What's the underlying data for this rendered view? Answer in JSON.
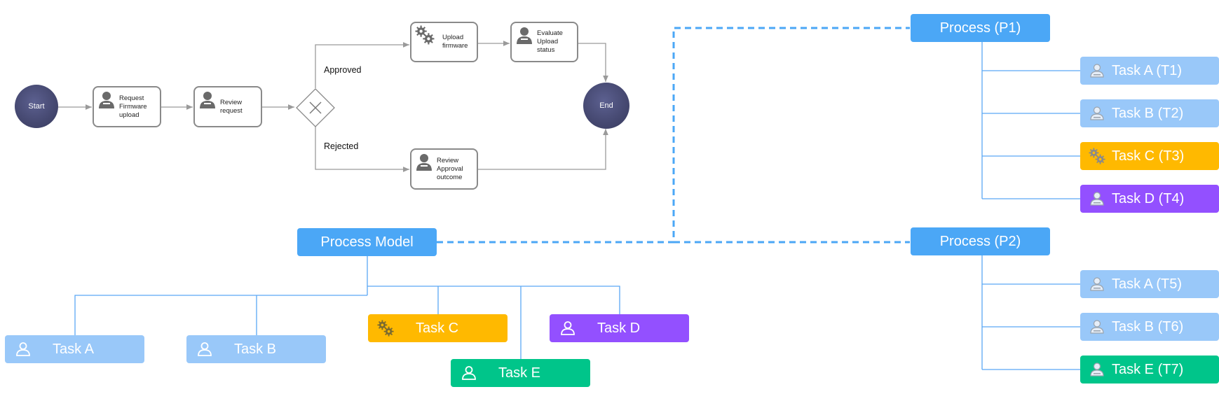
{
  "bpmn": {
    "start_label": "Start",
    "end_label": "End",
    "tasks": [
      {
        "label": "Request Firmware upload",
        "icon": "user-icon"
      },
      {
        "label": "Review request",
        "icon": "user-icon"
      },
      {
        "label": "Upload firmware",
        "icon": "gears-icon"
      },
      {
        "label": "Evaluate Upload status",
        "icon": "user-icon"
      },
      {
        "label": "Review Approval outcome",
        "icon": "user-icon"
      }
    ],
    "gateway_icon": "exclusive-gateway-icon",
    "approved_label": "Approved",
    "rejected_label": "Rejected"
  },
  "model_tree": {
    "root": "Process Model",
    "tasks": [
      {
        "label": "Task A",
        "color": "#99c8f9",
        "icon": "user-icon"
      },
      {
        "label": "Task B",
        "color": "#99c8f9",
        "icon": "user-icon"
      },
      {
        "label": "Task C",
        "color": "#ffb900",
        "icon": "gears-icon"
      },
      {
        "label": "Task D",
        "color": "#9350ff",
        "icon": "user-icon"
      },
      {
        "label": "Task E",
        "color": "#00c58a",
        "icon": "user-icon"
      }
    ]
  },
  "instances": [
    {
      "name": "Process (P1)",
      "tasks": [
        {
          "label": "Task A (T1)",
          "color": "#99c8f9",
          "icon": "user-icon"
        },
        {
          "label": "Task B (T2)",
          "color": "#99c8f9",
          "icon": "user-icon"
        },
        {
          "label": "Task C (T3)",
          "color": "#ffb900",
          "icon": "gears-icon"
        },
        {
          "label": "Task D (T4)",
          "color": "#9350ff",
          "icon": "user-icon"
        }
      ]
    },
    {
      "name": "Process (P2)",
      "tasks": [
        {
          "label": "Task A (T5)",
          "color": "#99c8f9",
          "icon": "user-icon"
        },
        {
          "label": "Task B (T6)",
          "color": "#99c8f9",
          "icon": "user-icon"
        },
        {
          "label": "Task E (T7)",
          "color": "#00c58a",
          "icon": "user-icon"
        }
      ]
    }
  ],
  "colors": {
    "connector": "#5aa8f5",
    "dashed": "#4ba7f6",
    "bpmn_line": "#9a9a9a"
  }
}
